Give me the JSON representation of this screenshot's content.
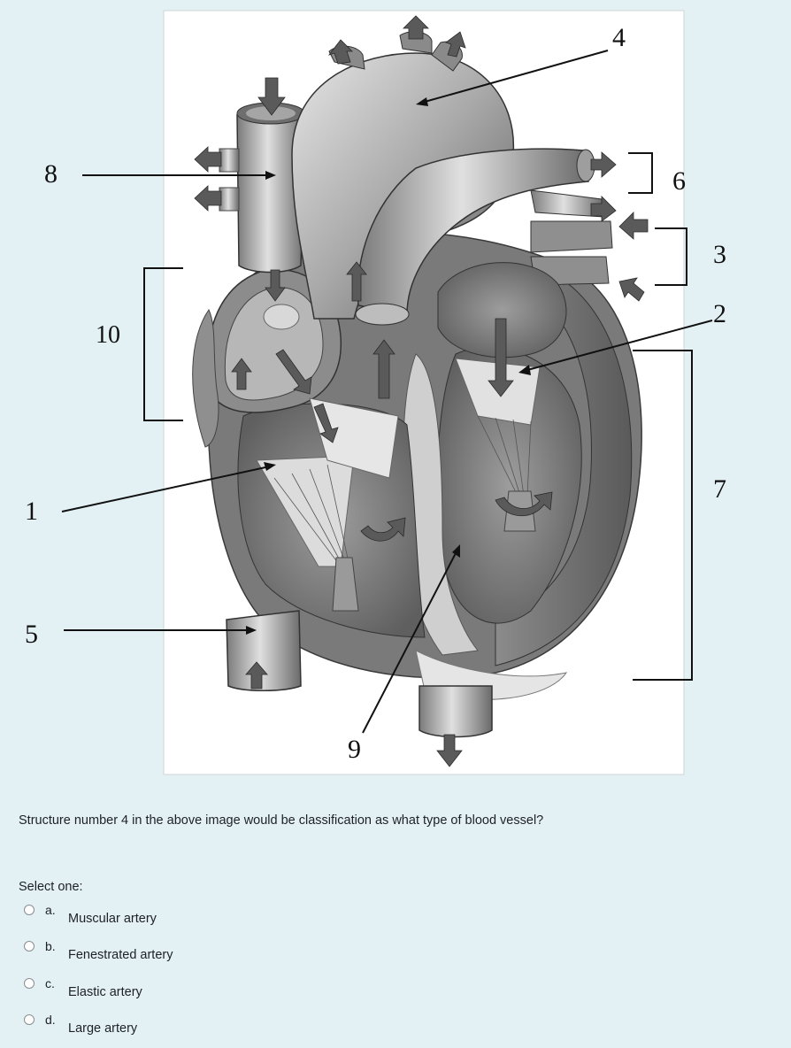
{
  "figure": {
    "labels": [
      "1",
      "2",
      "3",
      "4",
      "5",
      "6",
      "7",
      "8",
      "9",
      "10"
    ]
  },
  "question": {
    "text": "Structure number 4 in the above image would be classification as what type of blood vessel?",
    "prompt": "Select one:",
    "options": [
      {
        "letter": "a.",
        "text": "Muscular artery"
      },
      {
        "letter": "b.",
        "text": "Fenestrated artery"
      },
      {
        "letter": "c.",
        "text": "Elastic artery"
      },
      {
        "letter": "d.",
        "text": "Large artery"
      }
    ]
  },
  "colors": {
    "background": "#e3f1f5",
    "figure_frame": "#ffffff",
    "heart_tones": [
      "#d9d9d9",
      "#a8a8a8",
      "#6f6f6f",
      "#4a4a4a"
    ]
  }
}
